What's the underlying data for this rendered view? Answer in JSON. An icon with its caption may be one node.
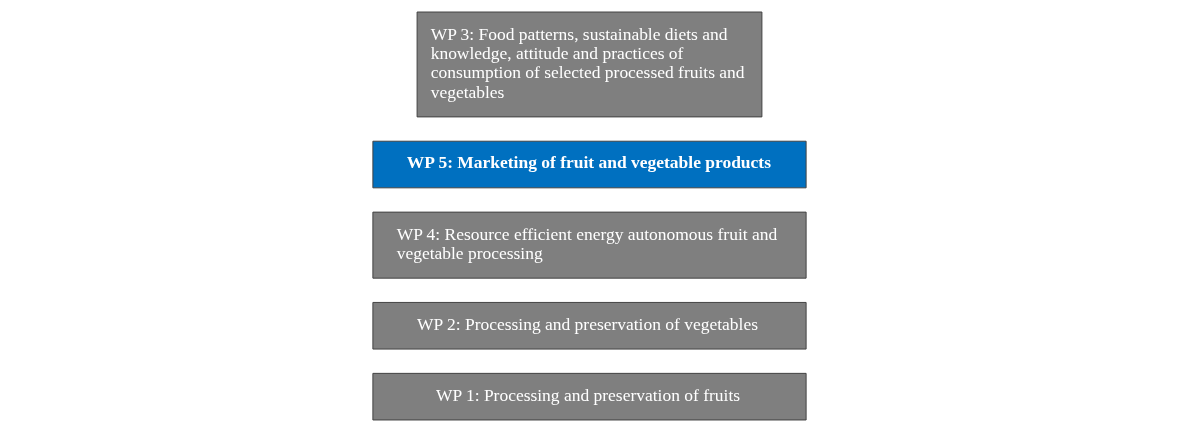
{
  "diagram": {
    "nodes": [
      {
        "text": [
          "WP 1: Processing and preservation of fruits"
        ]
      },
      {
        "text": [
          "WP 2: Processing and preservation of vegetables"
        ]
      },
      {
        "text": [
          "WP 4: Resource efficient energy autonomous fruit and vegetable processing"
        ]
      },
      {
        "text": [
          "WP 5: Marketing of fruit and vegetable products"
        ]
      },
      {
        "text": [
          "WP 3: Food patterns, sustainable diets and knowledge, attitude and practices of consumption of selected processed fruits and vegetables"
        ]
      }
    ],
    "edges": []
  }
}
